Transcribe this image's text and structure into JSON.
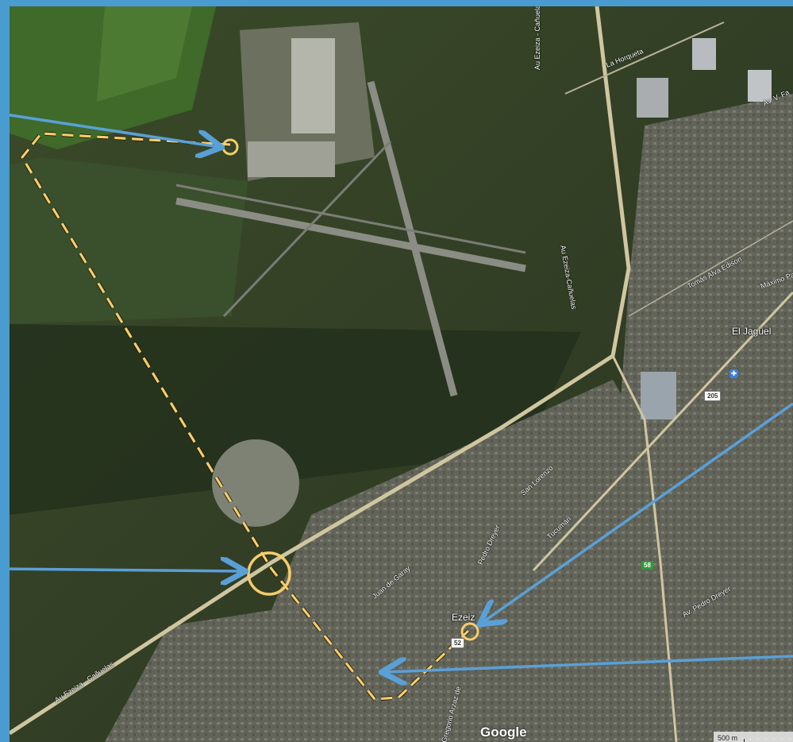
{
  "map": {
    "provider": "Google",
    "scale_label": "500 m",
    "place_label": "El Jagüel",
    "ezeiza_label": "Ezeiz",
    "streets": {
      "la_horqueta": "La Horqueta",
      "au_ezeiza_top": "Au Ezeiza - Cañuelas",
      "au_ezeiza_mid": "Au Ezeiza-Cañuelas",
      "au_ezeiza_bottom": "Au Ezeiza - Cañuelas",
      "tomas_alva_edison": "Tomás Alva Edison",
      "maximo_pa": "Máximo Pa",
      "av_v_fa": "Av. V. Fa",
      "san_lorenzo": "San Lorenzo",
      "tucuman": "Tucumán",
      "pedro_dreyer": "Pedro Dreyer",
      "juan_de_garay": "Juan de Garay",
      "gregorio_arzaz": "Gregorio Arzaz de",
      "av_pedro_dreyer": "Av. Pedro Dreyer"
    },
    "shields": {
      "route_205": "205",
      "route_58": "58",
      "route_small": "52"
    }
  },
  "colors": {
    "frame": "#4a9bd0",
    "route": "#f5cd6a",
    "arrow": "#5aa0d8",
    "satellite_dark": "#25301c",
    "urban": "#5d5f52"
  }
}
